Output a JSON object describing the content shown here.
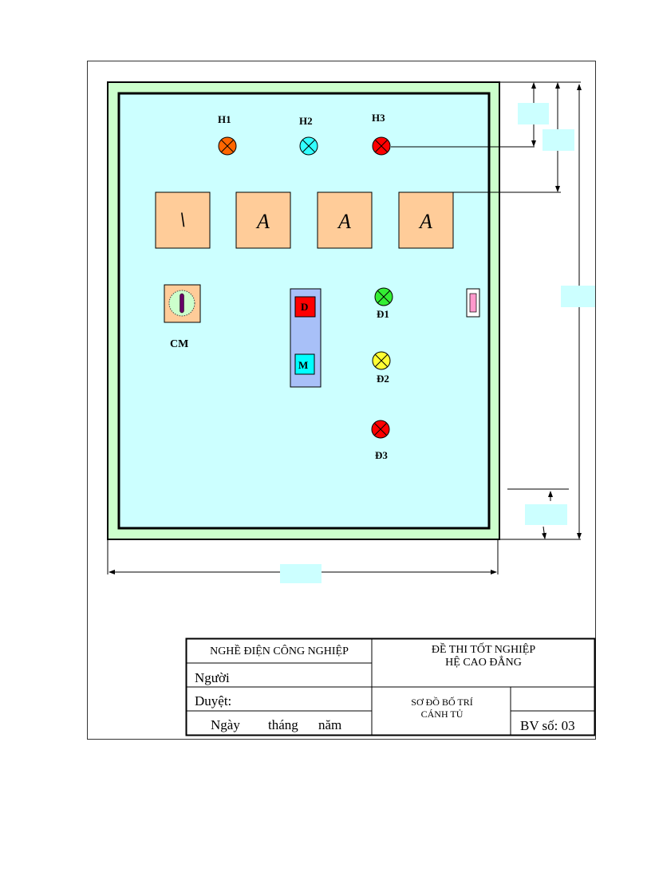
{
  "colors": {
    "panel_border": "#ccffcc",
    "panel_face": "#ccffff",
    "meter_face": "#ffcc99",
    "button_strip": "#99b3ff",
    "button_stop": "#ff0000",
    "button_start": "#00ffff",
    "switch_dial": "#ccffcc",
    "switch_handle": "#660066"
  },
  "lamps_top": [
    {
      "label": "H1",
      "color": "#ff6600"
    },
    {
      "label": "H2",
      "color": "#33ffff"
    },
    {
      "label": "H3",
      "color": "#ff0000"
    }
  ],
  "meters": [
    {
      "glyph": "V"
    },
    {
      "glyph": "A"
    },
    {
      "glyph": "A"
    },
    {
      "glyph": "A"
    }
  ],
  "selector_switch": {
    "label": "CM"
  },
  "buttons": {
    "stop_label": "D",
    "start_label": "M"
  },
  "lamps_side": [
    {
      "label": "Đ1",
      "color": "#33ee33"
    },
    {
      "label": "Đ2",
      "color": "#ffff33"
    },
    {
      "label": "Đ3",
      "color": "#ff0000"
    }
  ],
  "title_block": {
    "trade": "NGHỀ ĐIỆN CÔNG NGHIỆP",
    "exam_line1": "ĐỀ THI TỐT NGHIỆP",
    "exam_line2": "HỆ CAO ĐẲNG",
    "author": "Người",
    "approved": "Duyệt:",
    "date_day": "Ngày",
    "date_month": "tháng",
    "date_year": "năm",
    "drawing_line1": "SƠ ĐỒ BỐ TRÍ",
    "drawing_line2": "CÁNH TỦ",
    "sheet_no": "BV số: 03"
  }
}
